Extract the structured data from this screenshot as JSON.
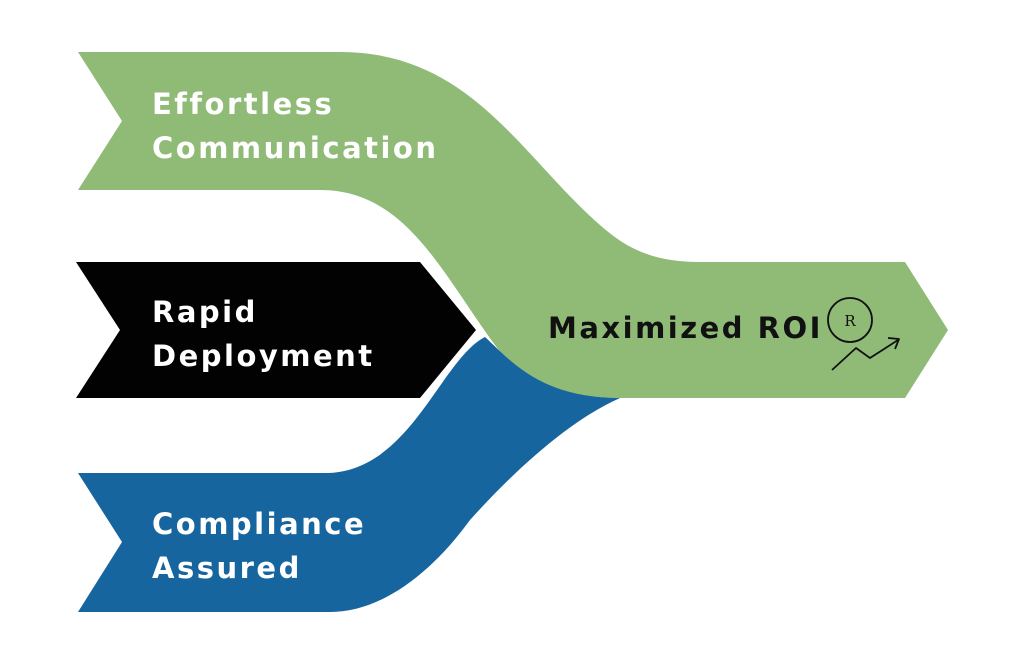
{
  "colors": {
    "green": "#8fbb77",
    "black": "#020202",
    "blue": "#17659f",
    "text_light": "#ffffff",
    "text_dark": "#111111"
  },
  "diagram": {
    "inputs": [
      {
        "line1": "Effortless",
        "line2": "Communication"
      },
      {
        "line1": "Rapid",
        "line2": "Deployment"
      },
      {
        "line1": "Compliance",
        "line2": "Assured"
      }
    ],
    "result": {
      "label": "Maximized ROI",
      "icon": "roi-growth-icon",
      "icon_letter": "R"
    }
  }
}
